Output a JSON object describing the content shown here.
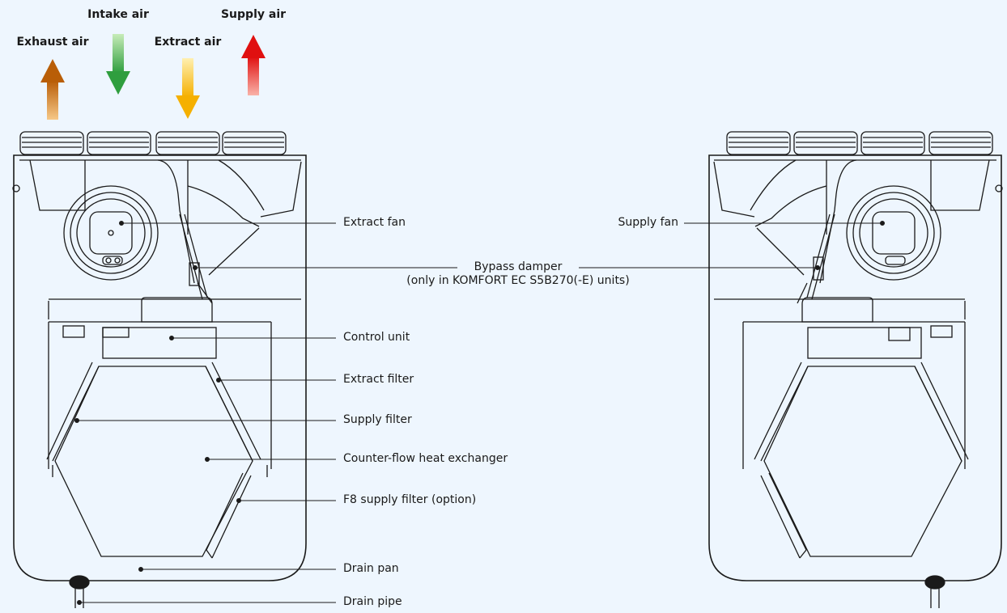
{
  "arrows": {
    "exhaust_air": "Exhaust air",
    "intake_air": "Intake air",
    "extract_air": "Extract air",
    "supply_air": "Supply air"
  },
  "labels": {
    "extract_fan": "Extract fan",
    "supply_fan": "Supply fan",
    "bypass_damper": "Bypass damper",
    "bypass_damper_note": "(only in KOMFORT EC S5B270(-E) units)",
    "control_unit": "Control unit",
    "extract_filter": "Extract filter",
    "supply_filter": "Supply filter",
    "heat_exchanger": "Counter-flow heat exchanger",
    "f8_filter": "F8 supply filter (option)",
    "drain_pan": "Drain pan",
    "drain_pipe": "Drain pipe"
  },
  "colors": {
    "background": "#eef6fe",
    "exhaust_arrow": "#c7690e",
    "intake_arrow": "#3aa845",
    "extract_arrow": "#f6b400",
    "supply_arrow": "#e41c1c",
    "line": "#1a1a1a"
  }
}
